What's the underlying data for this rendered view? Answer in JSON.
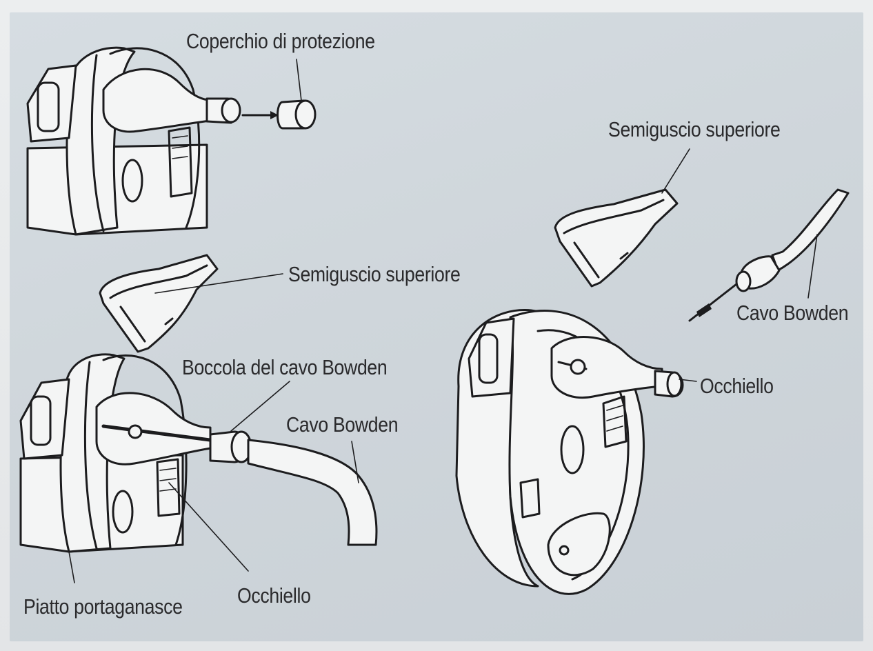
{
  "labels": {
    "coperchio": "Coperchio di protezione",
    "semiguscio_top_right": "Semiguscio superiore",
    "semiguscio_mid_left": "Semiguscio superiore",
    "cavo_bowden_right": "Cavo Bowden",
    "occhiello_right": "Occhiello",
    "boccola": "Boccola del cavo Bowden",
    "cavo_bowden_left": "Cavo Bowden",
    "piatto": "Piatto portaganasce",
    "occhiello_left": "Occhiello"
  },
  "colors": {
    "panel": "#cfd6db",
    "ink": "#1c1c1e",
    "label_text": "#2a2a2c"
  }
}
